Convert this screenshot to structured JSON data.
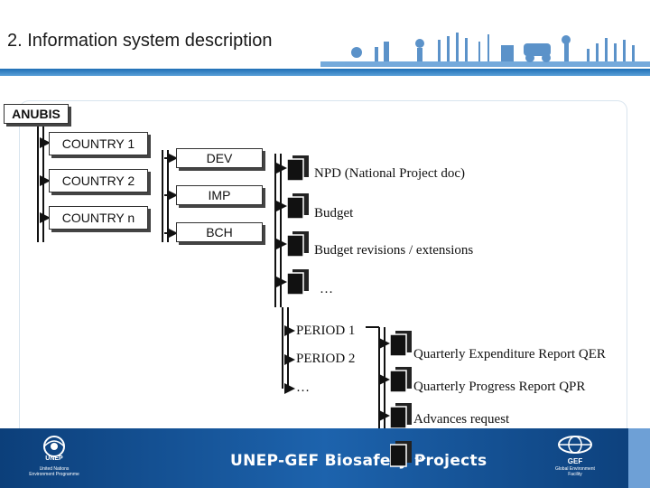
{
  "slide": {
    "title": "2. Information system description",
    "footer_title": "UNEP-GEF Biosafety Projects",
    "unep_logo_text": "UNEP",
    "unep_caption": "United Nations Environment Programme",
    "gef_logo_text": "GEF",
    "gef_caption": "Global Environment Facility"
  },
  "diagram": {
    "root": "ANUBIS",
    "countries": [
      "COUNTRY 1",
      "COUNTRY 2",
      "COUNTRY n"
    ],
    "modules": [
      "DEV",
      "IMP",
      "BCH"
    ],
    "documents": [
      "NPD (National Project doc)",
      "Budget",
      "Budget revisions / extensions",
      "…"
    ],
    "periods": [
      "PERIOD 1",
      "PERIOD 2",
      "…"
    ],
    "reports": [
      "Quarterly Expenditure Report QER",
      "Quarterly Progress Report QPR",
      "Advances request",
      "…"
    ]
  },
  "colors": {
    "title_rule": "#1f6fb5",
    "footer": "#0c3f7a",
    "box_border": "#333333"
  }
}
